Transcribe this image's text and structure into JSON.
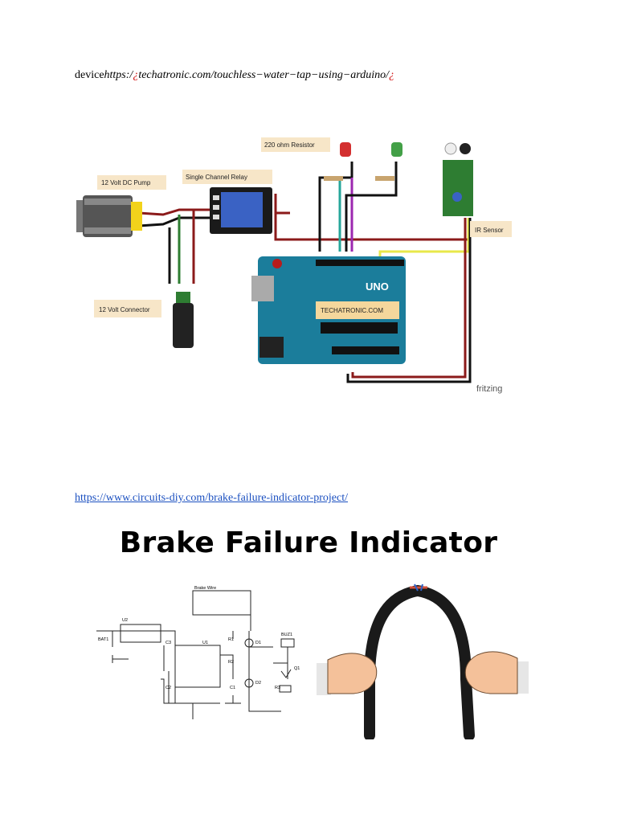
{
  "doc": {
    "line1_prefix": "device",
    "line1_url_text": "https:/",
    "line1_mid": "¿",
    "line1_rest": "techatronic.com/touchless−water−tap−using−arduino/",
    "line1_tail": "¿",
    "link2_text": "https://www.circuits-diy.com/brake-failure-indicator-project/"
  },
  "figure1": {
    "labels": {
      "pump": "12 Volt DC Pump",
      "relay": "Single Channel Relay",
      "resistor": "220 ohm Resistor",
      "connector": "12 Volt Connector",
      "ir_sensor": "IR Sensor",
      "board_text": "TECHATRONIC.COM",
      "uno": "UNO",
      "watermark": "fritzing"
    }
  },
  "figure2": {
    "title": "Brake Failure Indicator",
    "schematic_labels": {
      "brake_wire": "Brake Wire",
      "u2": "U2",
      "bat": "BAT1",
      "u1": "U1",
      "r1": "R1",
      "r2": "R2",
      "r3": "R3",
      "c1": "C1",
      "c2": "C2",
      "c3": "C3",
      "d1": "D1",
      "d2": "D2",
      "q1": "Q1",
      "buz": "BUZ1"
    }
  }
}
